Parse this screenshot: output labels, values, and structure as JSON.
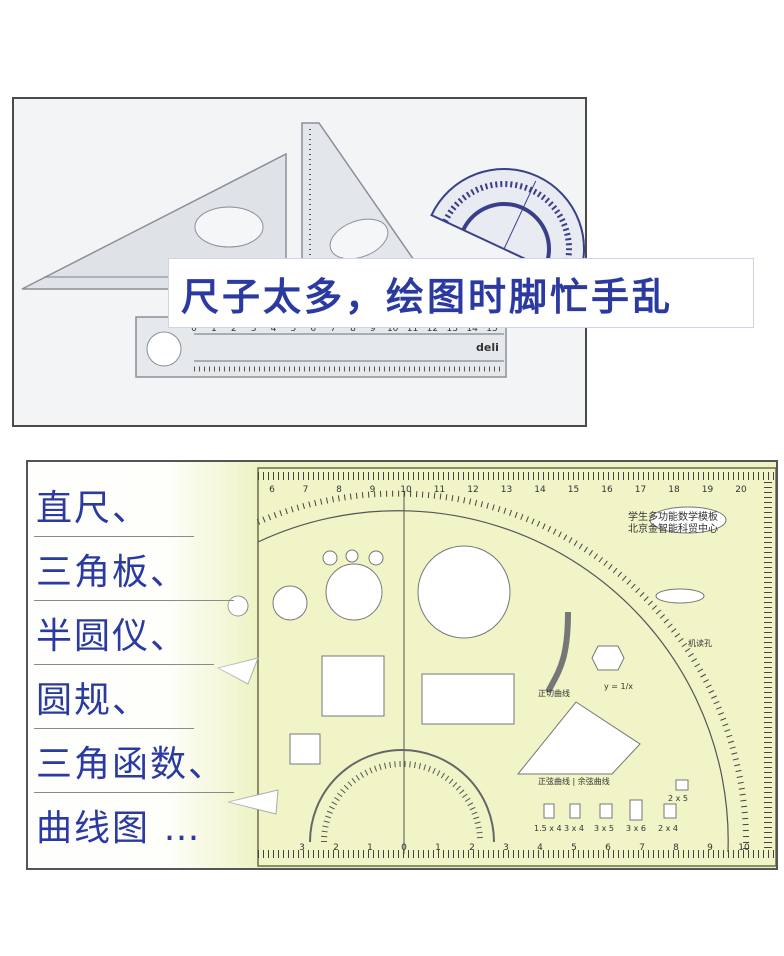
{
  "top_panel": {
    "banner": "尺子太多，绘图时脚忙手乱",
    "ruler_numbers": [
      "0",
      "1",
      "2",
      "3",
      "4",
      "5",
      "6",
      "7",
      "8",
      "9",
      "10",
      "11",
      "12",
      "13",
      "14",
      "15"
    ],
    "ruler_brand": "deli"
  },
  "bottom_panel": {
    "labels": [
      "直尺、",
      "三角板、",
      "半圆仪、",
      "圆规、",
      "三角函数、",
      "曲线图 …"
    ],
    "product_name": "学生多功能数学模板",
    "product_maker": "北京金智能科贸中心",
    "tags": {
      "tangent_curve": "正切曲线",
      "sine_cosine": "正弦曲线 | 余弦曲线",
      "bolt_hole": "机读孔",
      "y_formula": "y = 1/x",
      "rect_1": "1.5 x 4",
      "rect_2": "3 x 4",
      "rect_3": "3 x 5",
      "rect_4": "3 x 6",
      "rect_5": "2 x 4",
      "rect_6": "2 x 5"
    },
    "top_scale": [
      "6",
      "7",
      "8",
      "9",
      "10",
      "11",
      "12",
      "13",
      "14",
      "15",
      "16",
      "17",
      "18",
      "19",
      "20"
    ],
    "bottom_scale": [
      "3",
      "2",
      "1",
      "0",
      "1",
      "2",
      "3",
      "4",
      "5",
      "6",
      "7",
      "8",
      "9",
      "10"
    ]
  }
}
